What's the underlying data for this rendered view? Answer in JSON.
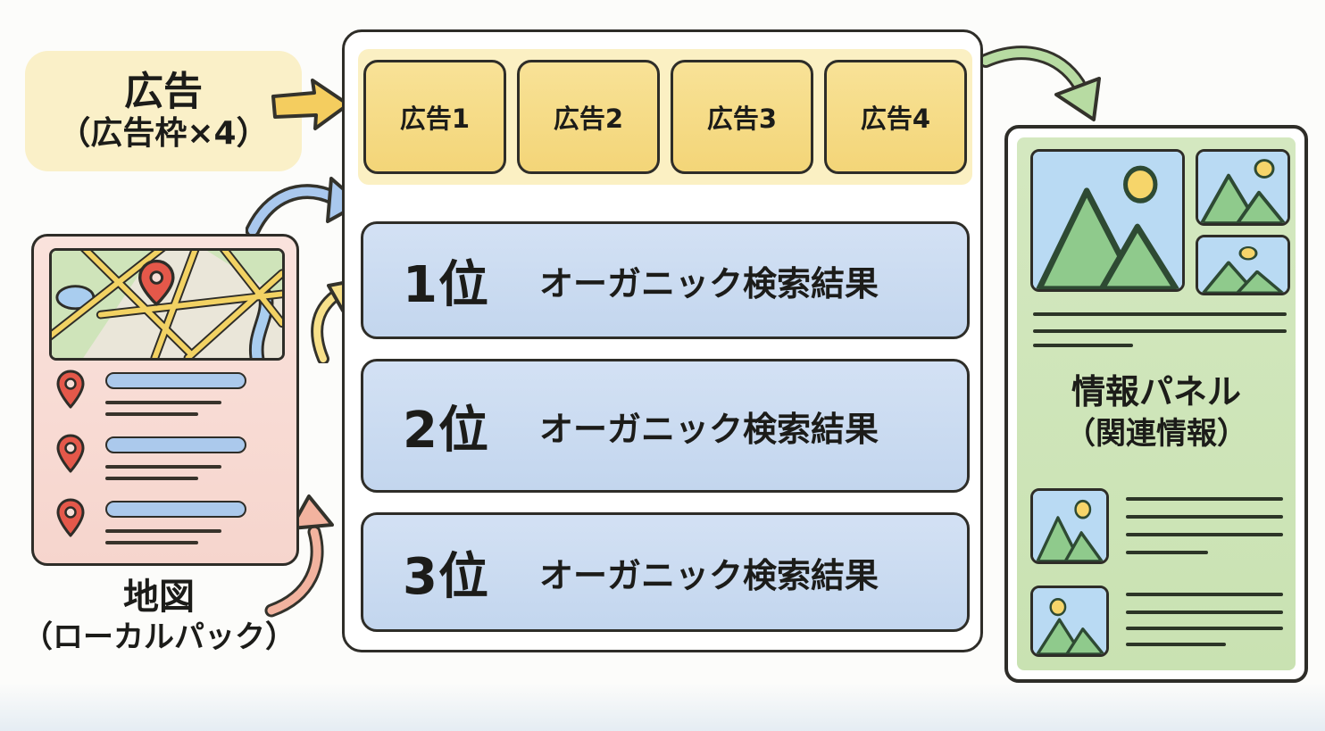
{
  "ad_label": {
    "line1": "広告",
    "line2": "（広告枠×4）"
  },
  "serp": {
    "ads": [
      {
        "label": "広告1"
      },
      {
        "label": "広告2"
      },
      {
        "label": "広告3"
      },
      {
        "label": "広告4"
      }
    ],
    "organic_results": [
      {
        "rank": "1位",
        "label": "オーガニック検索結果"
      },
      {
        "rank": "2位",
        "label": "オーガニック検索結果"
      },
      {
        "rank": "3位",
        "label": "オーガニック検索結果"
      }
    ]
  },
  "local_pack_label": {
    "line1": "地図",
    "line2": "（ローカルパック）"
  },
  "info_panel_label": {
    "line1": "情報パネル",
    "line2": "（関連情報）"
  },
  "icons": {
    "map_pin": "red location pin",
    "image_placeholder": "mountain landscape with sun",
    "straight_arrow_yellow": "yellow block arrow pointing right to ads row",
    "curved_arrow_blue": "blue curved arrow pointing to organic results",
    "curved_arrow_yellow": "yellow curved arrow pointing to rank 1 result",
    "curved_arrow_pink": "pink curved arrow from local pack upward",
    "curved_arrow_green": "green curved arrow to info panel"
  },
  "colors": {
    "outline": "#2e2d28",
    "ad_label_bg": "#faf0c8",
    "ads_band_bg": "#fbf0c3",
    "ad_box_bg": "#f6db82",
    "organic_row_bg": "#c9daf0",
    "map_card_bg": "#f8dcd5",
    "pin_red": "#e4584a",
    "list_bar_blue": "#abc9ec",
    "panel_green": "#cfe6bb",
    "thumb_sky": "#b9daf3",
    "mountain_green": "#8fca8c",
    "sun_yellow": "#f6d56a",
    "arrow_yellow": "#f4cd5f",
    "arrow_blue": "#a9c8ee",
    "arrow_pink": "#f2b39f",
    "arrow_green": "#b7dba2"
  }
}
